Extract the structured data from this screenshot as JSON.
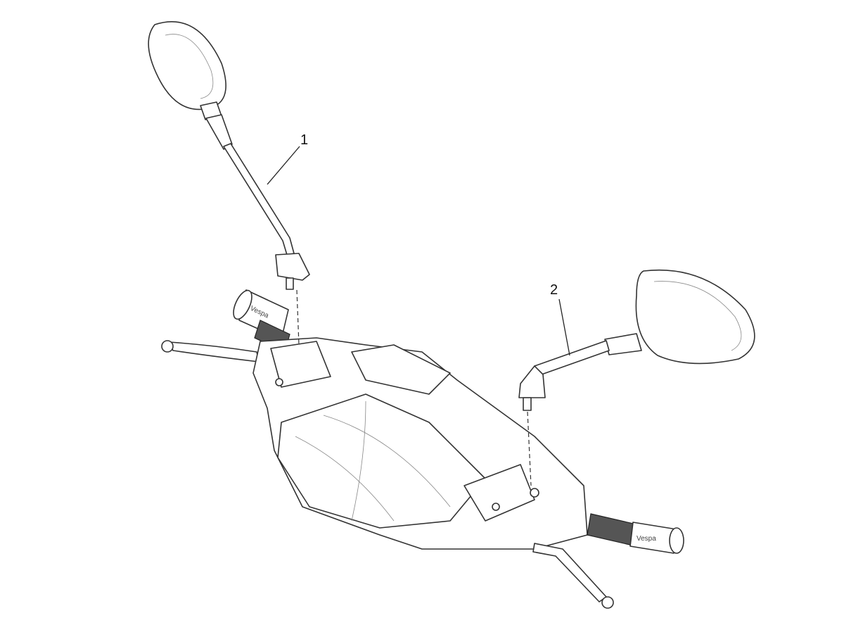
{
  "callouts": [
    {
      "number": "1",
      "part": "left-mirror"
    },
    {
      "number": "2",
      "part": "right-mirror"
    }
  ],
  "grip_logo": "Vespa",
  "colors": {
    "line": "#333333",
    "background": "#ffffff"
  }
}
